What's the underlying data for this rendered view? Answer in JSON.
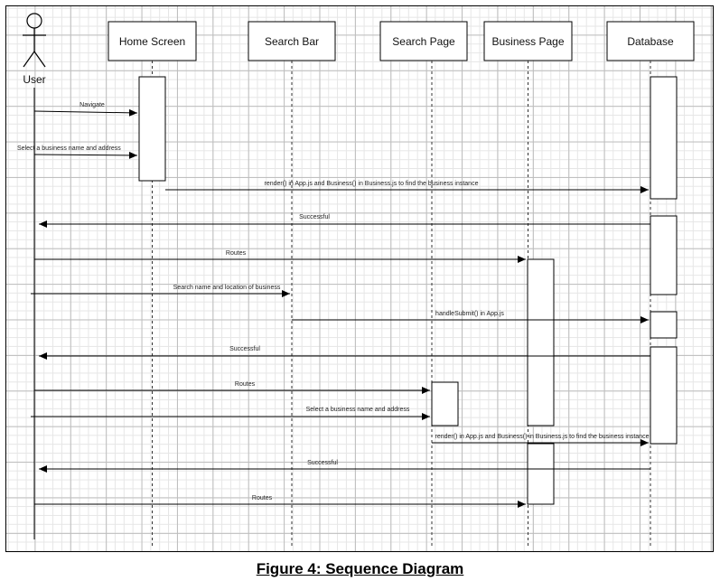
{
  "actor": {
    "label": "User"
  },
  "lifelines": [
    {
      "id": "home",
      "label": "Home Screen"
    },
    {
      "id": "searchbar",
      "label": "Search Bar"
    },
    {
      "id": "searchpage",
      "label": "Search Page"
    },
    {
      "id": "business",
      "label": "Business Page"
    },
    {
      "id": "database",
      "label": "Database"
    }
  ],
  "messages": [
    {
      "from": "user",
      "to": "home",
      "label": "Navigate"
    },
    {
      "from": "user",
      "to": "home",
      "label": "Select a business name and address"
    },
    {
      "from": "home",
      "to": "database",
      "label": "render() in App.js and Business() in Business.js to find the business instance"
    },
    {
      "from": "database",
      "to": "user",
      "label": "Successful"
    },
    {
      "from": "user",
      "to": "business",
      "label": "Routes"
    },
    {
      "from": "user",
      "to": "searchbar",
      "label": "Search name and location of business"
    },
    {
      "from": "searchbar",
      "to": "database",
      "label": "handleSubmit() in App.js"
    },
    {
      "from": "database",
      "to": "user",
      "label": "Successful"
    },
    {
      "from": "user",
      "to": "searchpage",
      "label": "Routes"
    },
    {
      "from": "user",
      "to": "searchpage",
      "label": "Select a business name and address"
    },
    {
      "from": "searchpage",
      "to": "database",
      "label": "render() in App.js and Business() in Business.js to find the business instance"
    },
    {
      "from": "database",
      "to": "user",
      "label": "Successful"
    },
    {
      "from": "user",
      "to": "business",
      "label": "Routes"
    }
  ],
  "caption": "Figure 4: Sequence Diagram"
}
